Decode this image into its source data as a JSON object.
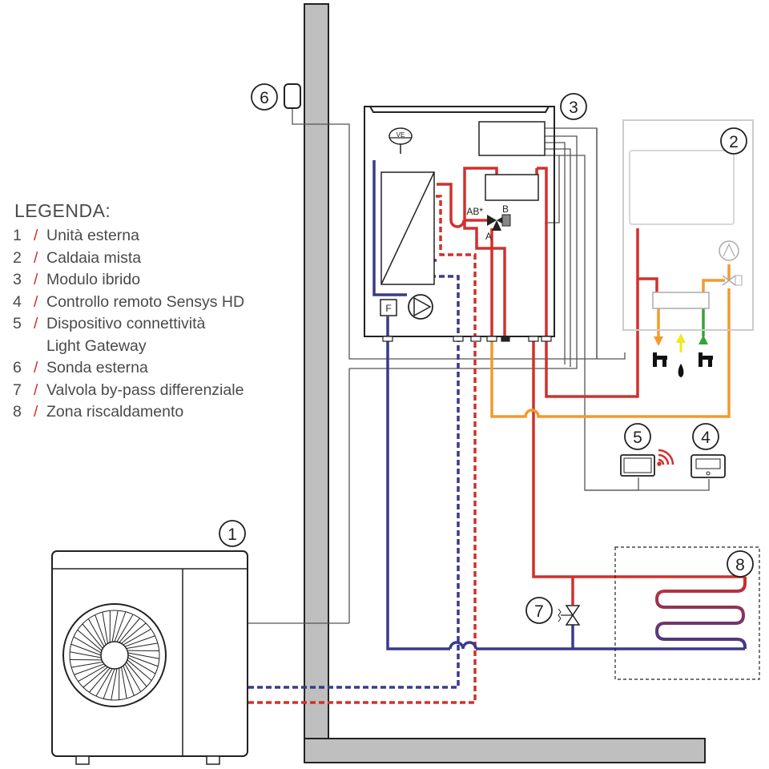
{
  "legend": {
    "title": "LEGENDA:",
    "separator": "/",
    "items": [
      {
        "num": "1",
        "label": "Unità esterna"
      },
      {
        "num": "2",
        "label": "Caldaia mista"
      },
      {
        "num": "3",
        "label": "Modulo ibrido"
      },
      {
        "num": "4",
        "label": "Controllo remoto Sensys HD"
      },
      {
        "num": "5",
        "label": "Dispositivo connettività",
        "label2": "Light Gateway"
      },
      {
        "num": "6",
        "label": "Sonda esterna"
      },
      {
        "num": "7",
        "label": "Valvola by-pass differenziale"
      },
      {
        "num": "8",
        "label": "Zona riscaldamento"
      }
    ]
  },
  "callouts": [
    "1",
    "2",
    "3",
    "4",
    "5",
    "6",
    "7",
    "8"
  ],
  "module": {
    "expansion_vessel_label": "VE",
    "filter_label": "F",
    "valve_port_ab": "AB*",
    "valve_port_a": "A",
    "valve_port_b": "B"
  },
  "colors": {
    "supply": "#d0312d",
    "return": "#3a3a8c",
    "dhw": "#f29a2e",
    "cold_water": "#3aa03a",
    "gas": "#f2e81e",
    "wall": "#bfbfbf",
    "wiring": "#555555",
    "boiler_outline": "#cccccc",
    "legend_separator": "#d0312d"
  }
}
